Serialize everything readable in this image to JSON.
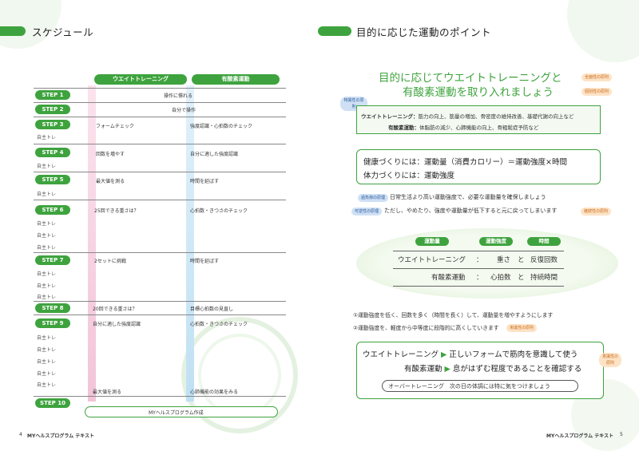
{
  "left": {
    "title": "スケジュール",
    "columns": [
      "ウエイトトレーニング",
      "有酸素運動"
    ],
    "steps": [
      "STEP 1",
      "STEP 2",
      "STEP 3",
      "STEP 4",
      "STEP 5",
      "STEP 6",
      "STEP 7",
      "STEP 8",
      "STEP 9",
      "STEP 10"
    ],
    "jishu": "自主トレ",
    "row1": "操作に慣れる",
    "row2": "自分で操作",
    "s3w": "フォームチェック",
    "s3a": "強度認識・心拍数のチェック",
    "s4w": "回数を増やす",
    "s4a": "自分に適した強度認識",
    "s5w": "最大値を測る",
    "s5a": "時間を延ばす",
    "s6w": "25回できる重さは？",
    "s6a": "心拍数・きつさのチェック",
    "s7w": "2セットに挑戦",
    "s7a": "時間を延ばす",
    "s8w": "20回できる重さは？",
    "s8a": "目標心拍数の見直し",
    "s9w": "自分に適した強度認識",
    "s9a": "心拍数・きつさのチェック",
    "s9bw": "最大値を測る",
    "s9ba": "心肺機能の効果をみる",
    "step10": "MYヘルスプログラム作成",
    "footer_page": "4",
    "footer_text": "MYヘルスプログラム テキスト"
  },
  "right": {
    "title": "目的に応じた運動のポイント",
    "heading1": "目的に応じてウエイトトレーニングと",
    "heading2": "有酸素運動を取り入れましょう",
    "tag_zenmen": "全面性の原則",
    "tag_kobetsu": "個別性の原則",
    "tag_tokui": "特異性の原則",
    "weight_label": "ウエイトトレーニング：",
    "weight_desc": "筋力の向上、筋量の増加、骨密度の維持改善、基礎代謝の向上など",
    "aero_label": "有酸素運動：",
    "aero_desc": "体脂肪の減少、心肺機能の向上、骨粗鬆症予防など",
    "health_line": "健康づくりには：運動量（消費カロリー）＝運動強度×時間",
    "fitness_line": "体力づくりには：運動強度",
    "tag_kafuka": "過負荷の原理",
    "kafuka_text": "日常生活より高い運動強度で、必要な運動量を確保しましょう",
    "tag_kagyaku": "可逆性の原理",
    "kagyaku_text": "ただし、やめたり、強度や運動量が低下すると元に戻ってしまいます",
    "tag_keizoku": "継続性の原則",
    "tbl_headers": [
      "運動量",
      "運動強度",
      "時間"
    ],
    "tbl_row1": [
      "ウエイトトレーニング",
      "：",
      "重さ",
      "と",
      "反復回数"
    ],
    "tbl_row2": [
      "有酸素運動",
      "：",
      "心拍数",
      "と",
      "持続時間"
    ],
    "note1": "①運動強度を低く、回数を多く（時間を長く）して、運動量を増やすようにします",
    "note2": "②運動強度を、軽度から中等度に段階的に高くしていきます",
    "tag_zenshin": "漸進性の原則",
    "box_w_label": "ウエイトトレーニング",
    "box_w_text": "正しいフォームで筋肉を意識して使う",
    "box_a_label": "有酸素運動",
    "box_a_text": "息がはずむ程度であることを確認する",
    "tag_ishiki": "意識性の原則",
    "overtrain": "オーバートレーニング　次の日の体調には特に気をつけましょう",
    "footer_text": "MYヘルスプログラム テキスト",
    "footer_page": "5"
  },
  "colors": {
    "green": "#3ea33e",
    "pink": "#f2c4d8",
    "lightblue": "#bfe0f3"
  }
}
